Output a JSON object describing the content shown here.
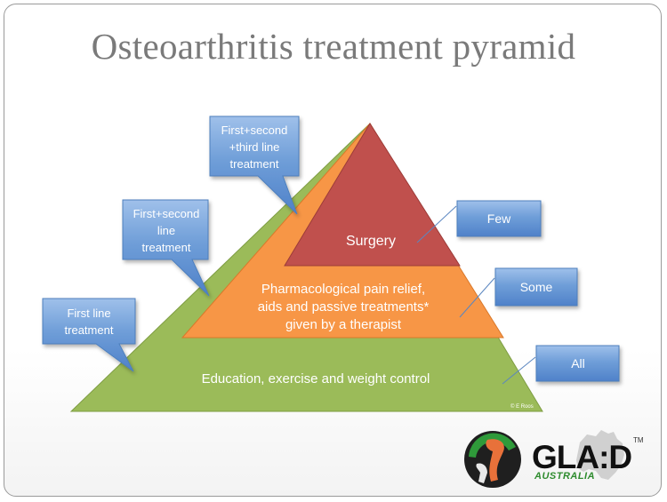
{
  "title": "Osteoarthritis treatment pyramid",
  "pyramid": {
    "top_label": "Surgery",
    "middle_label_lines": [
      "Pharmacological pain relief,",
      "aids and passive treatments*",
      "given by a therapist"
    ],
    "base_label": "Education, exercise and weight control",
    "credit": "© E Roos"
  },
  "callouts_left": {
    "first_line": [
      "First line",
      "treatment"
    ],
    "first_second": [
      "First+second",
      "line",
      "treatment"
    ],
    "first_second_third": [
      "First+second",
      "+third line",
      "treatment"
    ]
  },
  "callouts_right": {
    "few": "Few",
    "some": "Some",
    "all": "All"
  },
  "logo": {
    "name": "GLA:D",
    "tm": "TM",
    "subtitle": "AUSTRALIA"
  },
  "colors": {
    "base_green": "#9BBB59",
    "middle_orange": "#F79646",
    "top_red": "#C0504D",
    "callout_blue": "#4F81BD"
  }
}
